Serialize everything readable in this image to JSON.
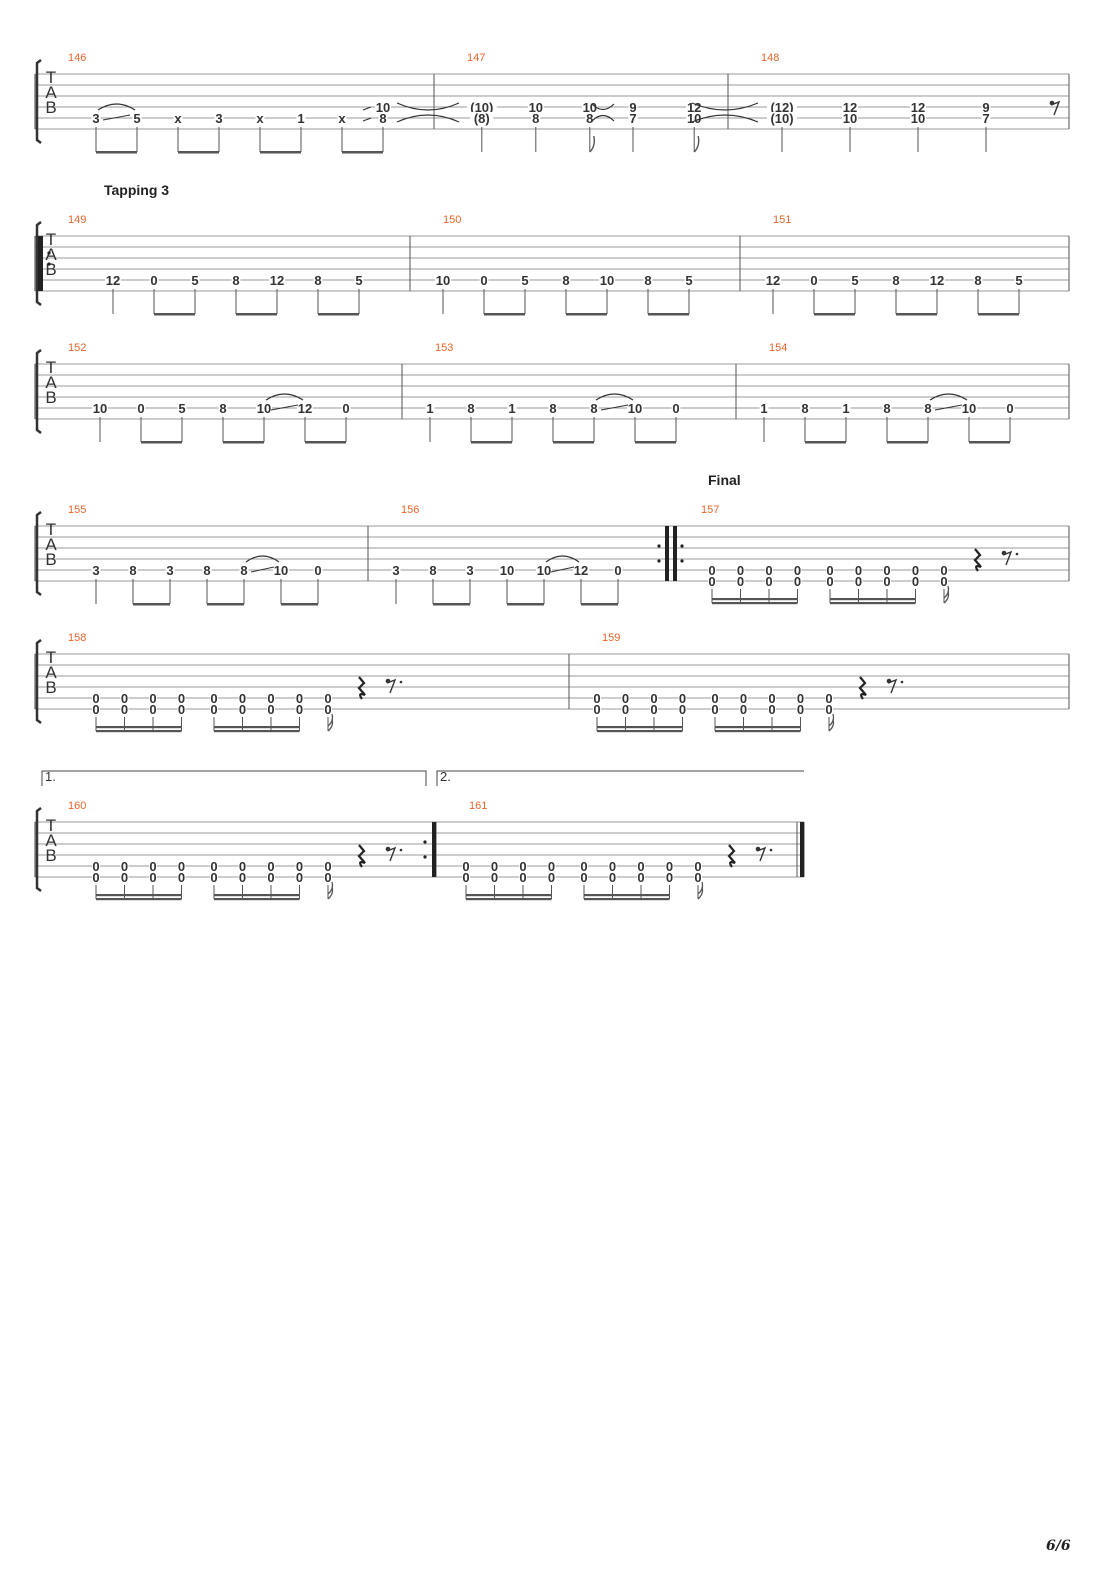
{
  "page": {
    "number_label": "6/6"
  },
  "sections": {
    "tapping": "Tapping 3",
    "final": "Final"
  },
  "volta": {
    "first": "1.",
    "second": "2."
  },
  "tab_clef": [
    "T",
    "A",
    "B"
  ],
  "systems": [
    {
      "measures": [
        {
          "number": "146",
          "events": [
            {
              "t": 0,
              "n": [
                {
                  "s": 4,
                  "f": "3"
                }
              ],
              "b": 1,
              "tie": 1,
              "slide": 1
            },
            {
              "t": 1,
              "n": [
                {
                  "s": 4,
                  "f": "5"
                }
              ],
              "b": 1
            },
            {
              "t": 2,
              "n": [
                {
                  "s": 4,
                  "f": "x"
                }
              ],
              "b": 1
            },
            {
              "t": 3,
              "n": [
                {
                  "s": 4,
                  "f": "3"
                }
              ],
              "b": 1
            },
            {
              "t": 4,
              "n": [
                {
                  "s": 4,
                  "f": "x"
                }
              ],
              "b": 1
            },
            {
              "t": 5,
              "n": [
                {
                  "s": 4,
                  "f": "1"
                }
              ],
              "b": 1
            },
            {
              "t": 6,
              "n": [
                {
                  "s": 4,
                  "f": "x"
                }
              ],
              "b": 1
            },
            {
              "t": 7,
              "n": [
                {
                  "s": 3,
                  "f": "10"
                },
                {
                  "s": 4,
                  "f": "8"
                }
              ],
              "b": 1,
              "slidein": 1
            }
          ]
        },
        {
          "number": "147",
          "events": [
            {
              "t": 0.3,
              "n": [
                {
                  "s": 3,
                  "f": "(10)"
                },
                {
                  "s": 4,
                  "f": "(8)"
                }
              ],
              "st": "q"
            },
            {
              "t": 1.8,
              "n": [
                {
                  "s": 3,
                  "f": "10"
                },
                {
                  "s": 4,
                  "f": "8"
                }
              ],
              "st": "q"
            },
            {
              "t": 3.3,
              "n": [
                {
                  "s": 3,
                  "f": "10"
                },
                {
                  "s": 4,
                  "f": "8"
                }
              ],
              "st": "e",
              "x": 1
            },
            {
              "t": 4.5,
              "n": [
                {
                  "s": 3,
                  "f": "9"
                },
                {
                  "s": 4,
                  "f": "7"
                }
              ],
              "st": "q"
            },
            {
              "t": 6.2,
              "n": [
                {
                  "s": 3,
                  "f": "12"
                },
                {
                  "s": 4,
                  "f": "10"
                }
              ],
              "st": "e",
              "x": 1
            }
          ]
        },
        {
          "number": "148",
          "events": [
            {
              "t": 0.5,
              "n": [
                {
                  "s": 3,
                  "f": "(12)"
                },
                {
                  "s": 4,
                  "f": "(10)"
                }
              ],
              "st": "e"
            },
            {
              "t": 2.5,
              "n": [
                {
                  "s": 3,
                  "f": "12"
                },
                {
                  "s": 4,
                  "f": "10"
                }
              ],
              "st": "q"
            },
            {
              "t": 4.5,
              "n": [
                {
                  "s": 3,
                  "f": "12"
                },
                {
                  "s": 4,
                  "f": "10"
                }
              ],
              "st": "q"
            },
            {
              "t": 6.5,
              "n": [
                {
                  "s": 3,
                  "f": "9"
                },
                {
                  "s": 4,
                  "f": "7"
                }
              ],
              "st": "q"
            },
            {
              "t": 8.5,
              "rest": "eighth",
              "s": 3
            }
          ]
        }
      ]
    },
    {
      "measures": [
        {
          "number": "149",
          "events": [
            {
              "t": 0,
              "n": [
                {
                  "s": 4,
                  "f": "12"
                }
              ],
              "st": "q"
            },
            {
              "t": 1,
              "n": [
                {
                  "s": 4,
                  "f": "0"
                }
              ],
              "b": 1
            },
            {
              "t": 2,
              "n": [
                {
                  "s": 4,
                  "f": "5"
                }
              ],
              "b": 1
            },
            {
              "t": 3,
              "n": [
                {
                  "s": 4,
                  "f": "8"
                }
              ],
              "b": 1
            },
            {
              "t": 4,
              "n": [
                {
                  "s": 4,
                  "f": "12"
                }
              ],
              "b": 1
            },
            {
              "t": 5,
              "n": [
                {
                  "s": 4,
                  "f": "8"
                }
              ],
              "b": 1
            },
            {
              "t": 6,
              "n": [
                {
                  "s": 4,
                  "f": "5"
                }
              ],
              "b": 1
            }
          ]
        },
        {
          "number": "150",
          "events": [
            {
              "t": 0,
              "n": [
                {
                  "s": 4,
                  "f": "10"
                }
              ],
              "st": "q"
            },
            {
              "t": 1,
              "n": [
                {
                  "s": 4,
                  "f": "0"
                }
              ],
              "b": 1
            },
            {
              "t": 2,
              "n": [
                {
                  "s": 4,
                  "f": "5"
                }
              ],
              "b": 1
            },
            {
              "t": 3,
              "n": [
                {
                  "s": 4,
                  "f": "8"
                }
              ],
              "b": 1
            },
            {
              "t": 4,
              "n": [
                {
                  "s": 4,
                  "f": "10"
                }
              ],
              "b": 1
            },
            {
              "t": 5,
              "n": [
                {
                  "s": 4,
                  "f": "8"
                }
              ],
              "b": 1
            },
            {
              "t": 6,
              "n": [
                {
                  "s": 4,
                  "f": "5"
                }
              ],
              "b": 1
            }
          ]
        },
        {
          "number": "151",
          "events": [
            {
              "t": 0,
              "n": [
                {
                  "s": 4,
                  "f": "12"
                }
              ],
              "st": "q"
            },
            {
              "t": 1,
              "n": [
                {
                  "s": 4,
                  "f": "0"
                }
              ],
              "b": 1
            },
            {
              "t": 2,
              "n": [
                {
                  "s": 4,
                  "f": "5"
                }
              ],
              "b": 1
            },
            {
              "t": 3,
              "n": [
                {
                  "s": 4,
                  "f": "8"
                }
              ],
              "b": 1
            },
            {
              "t": 4,
              "n": [
                {
                  "s": 4,
                  "f": "12"
                }
              ],
              "b": 1
            },
            {
              "t": 5,
              "n": [
                {
                  "s": 4,
                  "f": "8"
                }
              ],
              "b": 1
            },
            {
              "t": 6,
              "n": [
                {
                  "s": 4,
                  "f": "5"
                }
              ],
              "b": 1
            }
          ]
        }
      ]
    },
    {
      "measures": [
        {
          "number": "152",
          "events": [
            {
              "t": 0,
              "n": [
                {
                  "s": 4,
                  "f": "10"
                }
              ],
              "st": "q"
            },
            {
              "t": 1,
              "n": [
                {
                  "s": 4,
                  "f": "0"
                }
              ],
              "b": 1
            },
            {
              "t": 2,
              "n": [
                {
                  "s": 4,
                  "f": "5"
                }
              ],
              "b": 1
            },
            {
              "t": 3,
              "n": [
                {
                  "s": 4,
                  "f": "8"
                }
              ],
              "b": 1
            },
            {
              "t": 4,
              "n": [
                {
                  "s": 4,
                  "f": "10"
                }
              ],
              "b": 1,
              "tie": 1,
              "slide": 1
            },
            {
              "t": 5,
              "n": [
                {
                  "s": 4,
                  "f": "12"
                }
              ],
              "b": 1
            },
            {
              "t": 6,
              "n": [
                {
                  "s": 4,
                  "f": "0"
                }
              ],
              "b": 1
            }
          ]
        },
        {
          "number": "153",
          "events": [
            {
              "t": 0,
              "n": [
                {
                  "s": 4,
                  "f": "1"
                }
              ],
              "st": "q"
            },
            {
              "t": 1,
              "n": [
                {
                  "s": 4,
                  "f": "8"
                }
              ],
              "b": 1
            },
            {
              "t": 2,
              "n": [
                {
                  "s": 4,
                  "f": "1"
                }
              ],
              "b": 1
            },
            {
              "t": 3,
              "n": [
                {
                  "s": 4,
                  "f": "8"
                }
              ],
              "b": 1
            },
            {
              "t": 4,
              "n": [
                {
                  "s": 4,
                  "f": "8"
                }
              ],
              "b": 1,
              "tie": 1,
              "slide": 1
            },
            {
              "t": 5,
              "n": [
                {
                  "s": 4,
                  "f": "10"
                }
              ],
              "b": 1
            },
            {
              "t": 6,
              "n": [
                {
                  "s": 4,
                  "f": "0"
                }
              ],
              "b": 1
            }
          ]
        },
        {
          "number": "154",
          "events": [
            {
              "t": 0,
              "n": [
                {
                  "s": 4,
                  "f": "1"
                }
              ],
              "st": "q"
            },
            {
              "t": 1,
              "n": [
                {
                  "s": 4,
                  "f": "8"
                }
              ],
              "b": 1
            },
            {
              "t": 2,
              "n": [
                {
                  "s": 4,
                  "f": "1"
                }
              ],
              "b": 1
            },
            {
              "t": 3,
              "n": [
                {
                  "s": 4,
                  "f": "8"
                }
              ],
              "b": 1
            },
            {
              "t": 4,
              "n": [
                {
                  "s": 4,
                  "f": "8"
                }
              ],
              "b": 1,
              "tie": 1,
              "slide": 1
            },
            {
              "t": 5,
              "n": [
                {
                  "s": 4,
                  "f": "10"
                }
              ],
              "b": 1
            },
            {
              "t": 6,
              "n": [
                {
                  "s": 4,
                  "f": "0"
                }
              ],
              "b": 1
            }
          ]
        }
      ]
    },
    {
      "measures": [
        {
          "number": "155",
          "events": [
            {
              "t": 0,
              "n": [
                {
                  "s": 4,
                  "f": "3"
                }
              ],
              "st": "q"
            },
            {
              "t": 1,
              "n": [
                {
                  "s": 4,
                  "f": "8"
                }
              ],
              "b": 1
            },
            {
              "t": 2,
              "n": [
                {
                  "s": 4,
                  "f": "3"
                }
              ],
              "b": 1
            },
            {
              "t": 3,
              "n": [
                {
                  "s": 4,
                  "f": "8"
                }
              ],
              "b": 1
            },
            {
              "t": 4,
              "n": [
                {
                  "s": 4,
                  "f": "8"
                }
              ],
              "b": 1,
              "tie": 1,
              "slide": 1
            },
            {
              "t": 5,
              "n": [
                {
                  "s": 4,
                  "f": "10"
                }
              ],
              "b": 1
            },
            {
              "t": 6,
              "n": [
                {
                  "s": 4,
                  "f": "0"
                }
              ],
              "b": 1
            }
          ]
        },
        {
          "number": "156",
          "events": [
            {
              "t": 0,
              "n": [
                {
                  "s": 4,
                  "f": "3"
                }
              ],
              "st": "q"
            },
            {
              "t": 1,
              "n": [
                {
                  "s": 4,
                  "f": "8"
                }
              ],
              "b": 1
            },
            {
              "t": 2,
              "n": [
                {
                  "s": 4,
                  "f": "3"
                }
              ],
              "b": 1
            },
            {
              "t": 3,
              "n": [
                {
                  "s": 4,
                  "f": "10"
                }
              ],
              "b": 1
            },
            {
              "t": 4,
              "n": [
                {
                  "s": 4,
                  "f": "10"
                }
              ],
              "b": 1,
              "tie": 1,
              "slide": 1
            },
            {
              "t": 5,
              "n": [
                {
                  "s": 4,
                  "f": "12"
                }
              ],
              "b": 1
            },
            {
              "t": 6,
              "n": [
                {
                  "s": 4,
                  "f": "0"
                }
              ],
              "b": 1
            }
          ]
        },
        {
          "number": "157",
          "riff": 1
        }
      ]
    },
    {
      "measures": [
        {
          "number": "158",
          "riff": 1
        },
        {
          "number": "159",
          "riff": 1
        }
      ]
    },
    {
      "measures": [
        {
          "number": "160",
          "riff": 1
        },
        {
          "number": "161",
          "riff": 1
        }
      ]
    }
  ]
}
